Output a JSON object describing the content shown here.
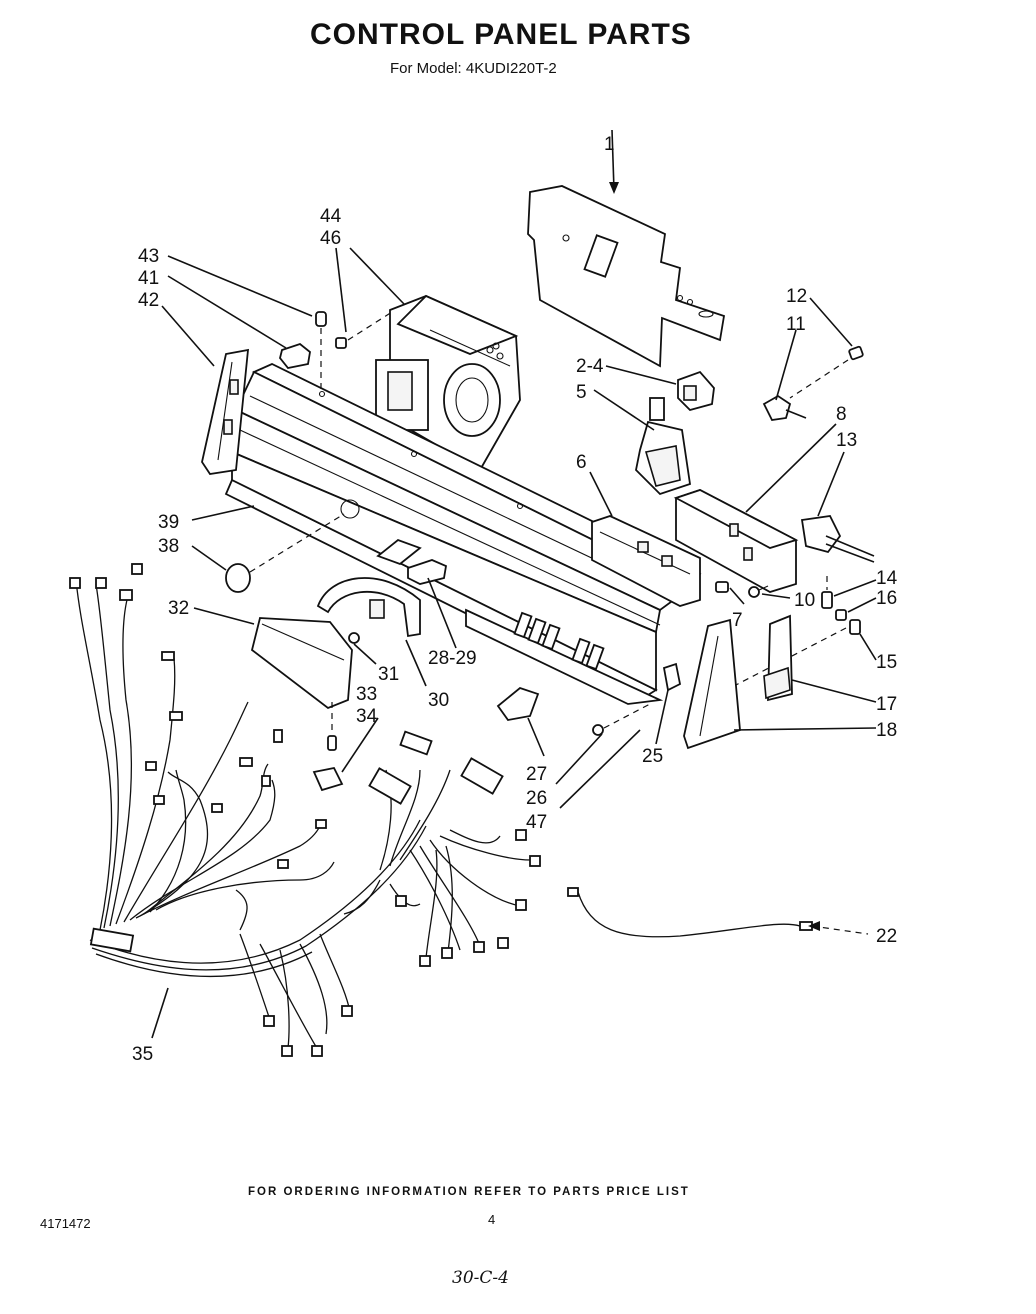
{
  "title": "CONTROL PANEL PARTS",
  "subtitle": "For Model: 4KUDI220T-2",
  "footer": {
    "ordering_note": "FOR ORDERING INFORMATION REFER TO PARTS PRICE LIST",
    "document_number": "4171472",
    "page_number": "4",
    "handwritten_note": "30-C-4"
  },
  "callouts": [
    "1",
    "44",
    "46",
    "43",
    "41",
    "42",
    "12",
    "11",
    "2-4",
    "5",
    "8",
    "13",
    "6",
    "39",
    "38",
    "32",
    "14",
    "16",
    "10",
    "7",
    "15",
    "17",
    "18",
    "28-29",
    "31",
    "30",
    "33",
    "34",
    "27",
    "26",
    "47",
    "25",
    "22",
    "35"
  ]
}
